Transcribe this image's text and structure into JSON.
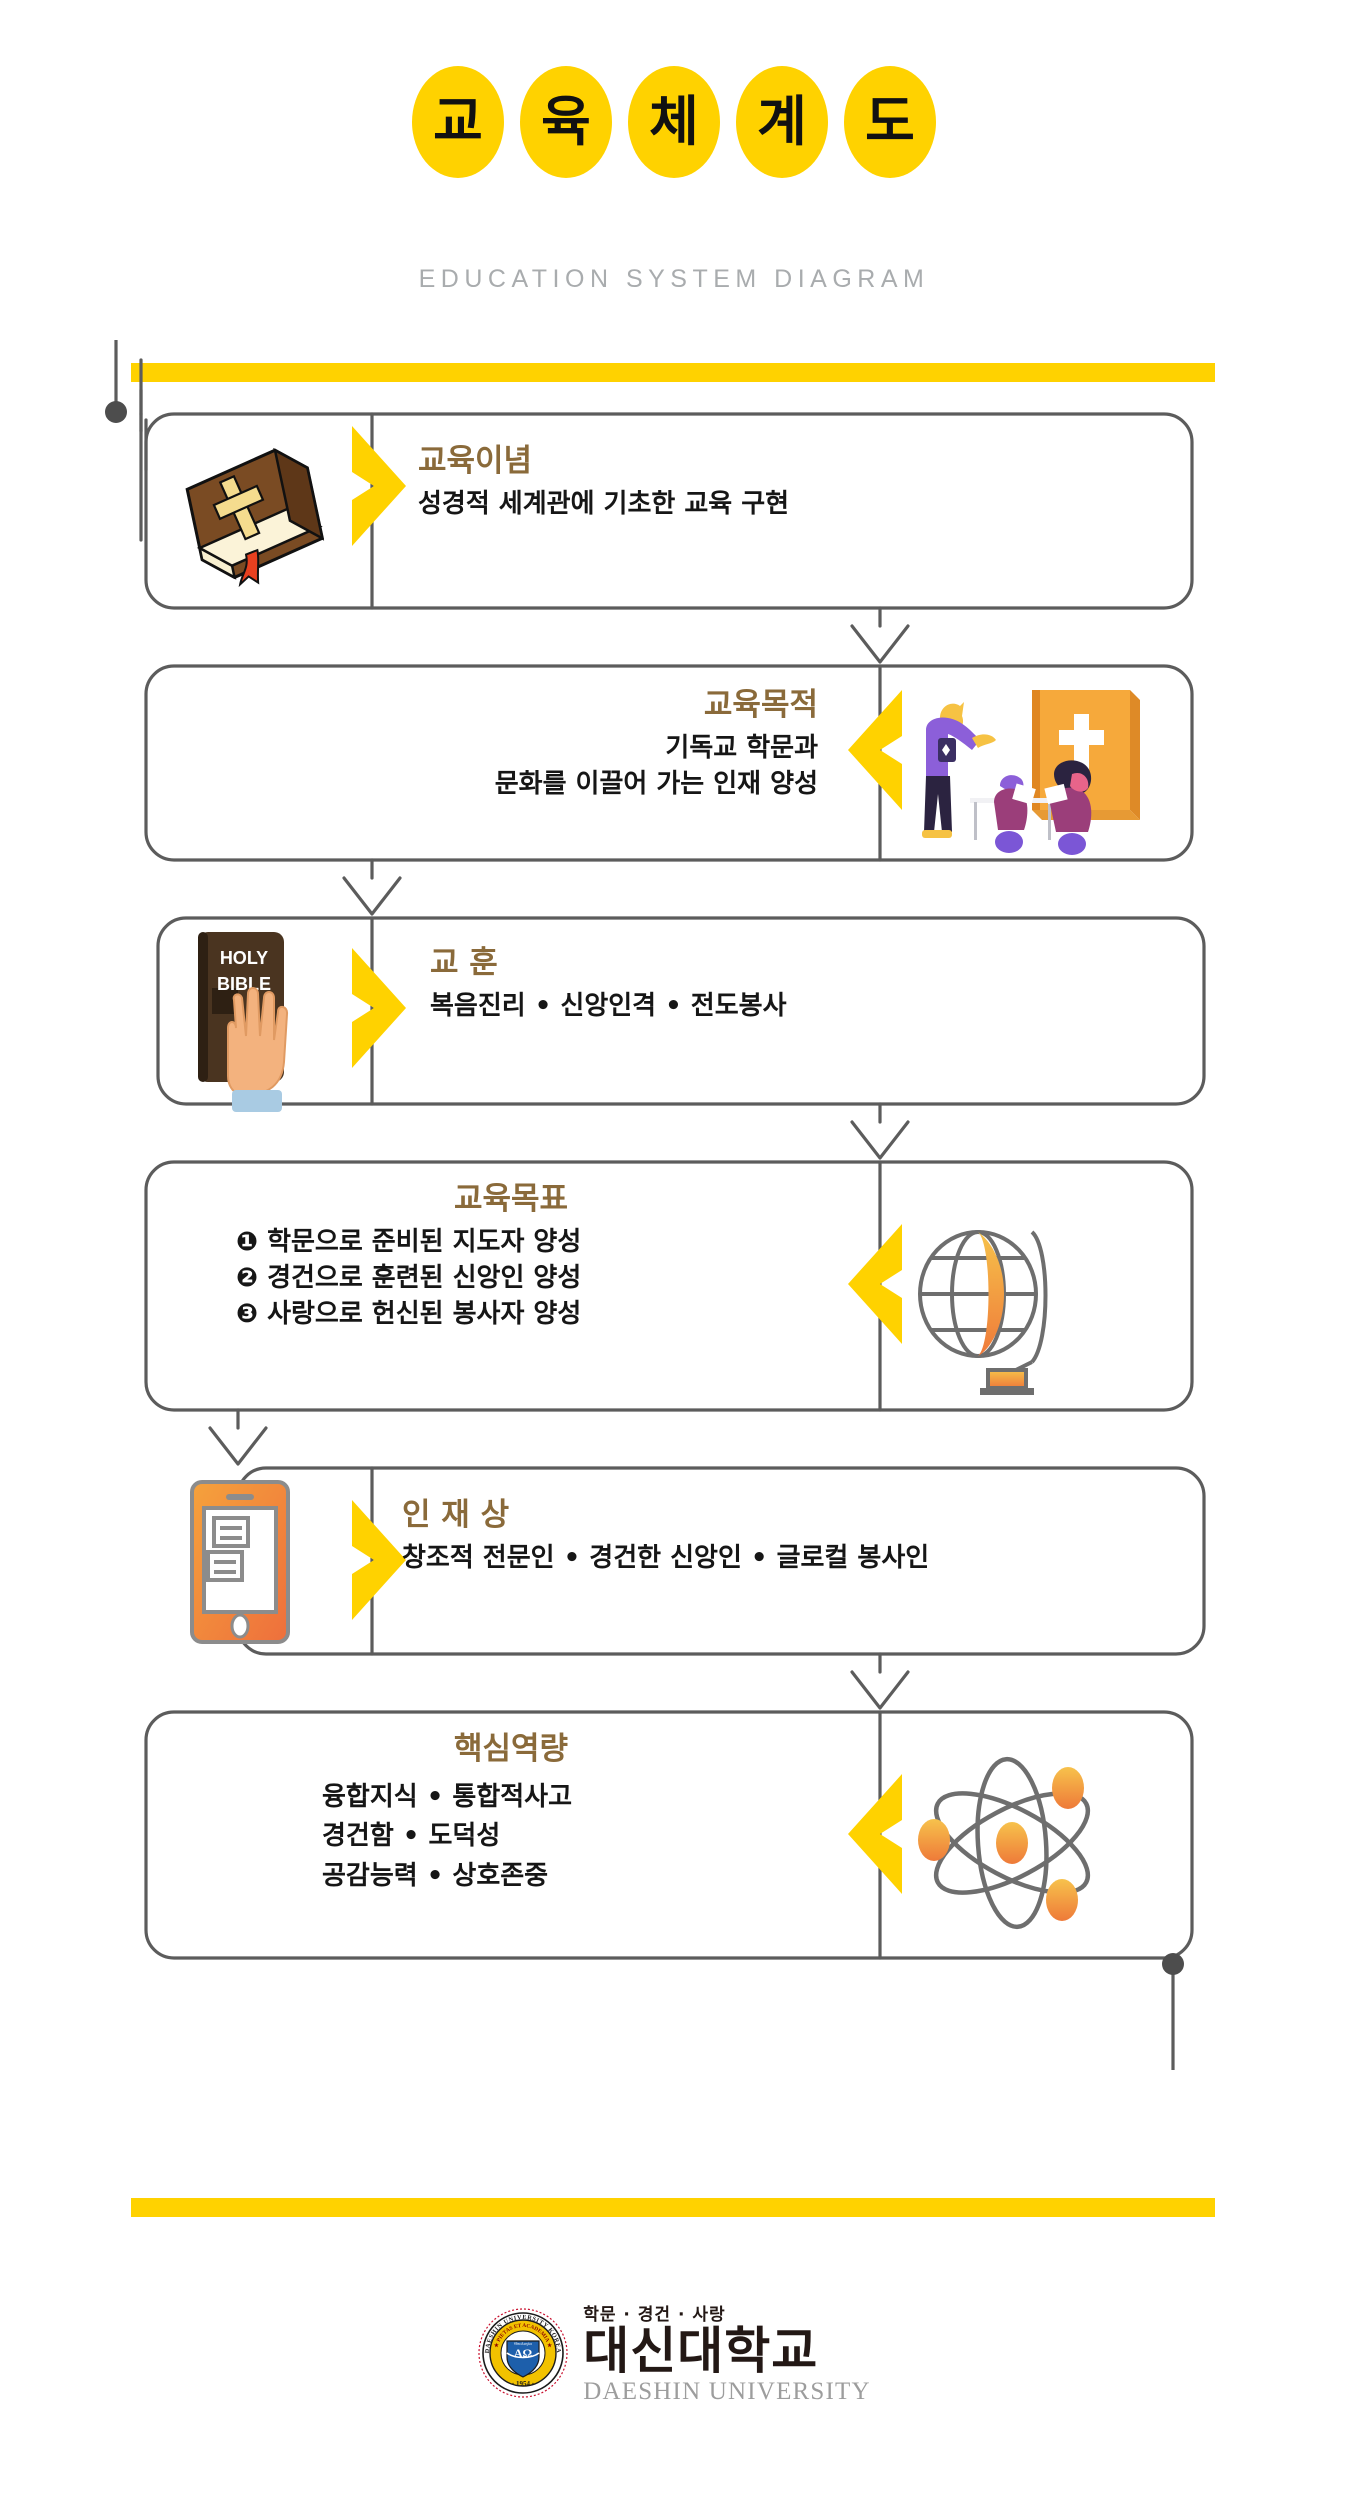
{
  "header": {
    "title_chars": [
      "교",
      "육",
      "체",
      "계",
      "도"
    ],
    "subtitle": "EDUCATION SYSTEM DIAGRAM"
  },
  "colors": {
    "accent_yellow": "#FFD200",
    "heading_brown": "#8A6A3A",
    "line_gray": "#5C5C5C",
    "text_black": "#161616",
    "subtitle_gray": "#A9ACAE"
  },
  "cards": [
    {
      "id": "education-philosophy",
      "heading": "교육이념",
      "lines": [
        "성경적 세계관에 기초한 교육 구현"
      ],
      "align": "left",
      "icon": "bible-book-icon",
      "icon_side": "left"
    },
    {
      "id": "education-purpose",
      "heading": "교육목적",
      "lines": [
        "기독교 학문과",
        "문화를 이끌어 가는 인재 양성"
      ],
      "align": "right",
      "icon": "classroom-teaching-icon",
      "icon_side": "right"
    },
    {
      "id": "school-motto",
      "heading": "교 훈",
      "lines": [
        "복음진리 • 신앙인격 • 전도봉사"
      ],
      "align": "left",
      "icon": "hand-on-bible-icon",
      "icon_side": "left"
    },
    {
      "id": "education-goals",
      "heading": "교육목표",
      "lines": [
        "❶ 학문으로 준비된 지도자 양성",
        "❷ 경건으로 훈련된 신앙인 양성",
        "❸ 사랑으로 헌신된 봉사자 양성"
      ],
      "align": "left",
      "icon": "globe-stand-icon",
      "icon_side": "right"
    },
    {
      "id": "talent-profile",
      "heading": "인 재 상",
      "lines": [
        "창조적 전문인 • 경건한 신앙인 • 글로컬 봉사인"
      ],
      "align": "left",
      "icon": "mobile-document-icon",
      "icon_side": "left"
    },
    {
      "id": "core-competencies",
      "heading": "핵심역량",
      "lines": [
        "융합지식 • 통합적사고",
        "경건함 • 도덕성",
        "공감능력 • 상호존중"
      ],
      "align": "left",
      "icon": "atom-icon",
      "icon_side": "right"
    }
  ],
  "footer": {
    "motto": "학문 · 경건 · 사랑",
    "university_ko": "대신대학교",
    "university_en": "DAESHIN UNIVERSITY",
    "crest": {
      "outer_text": "DAESHIN UNIVERSITY KOREA",
      "inner_text": "PIETAS ET ACADEMIA",
      "letters": "A Ω",
      "year": "1954"
    }
  }
}
